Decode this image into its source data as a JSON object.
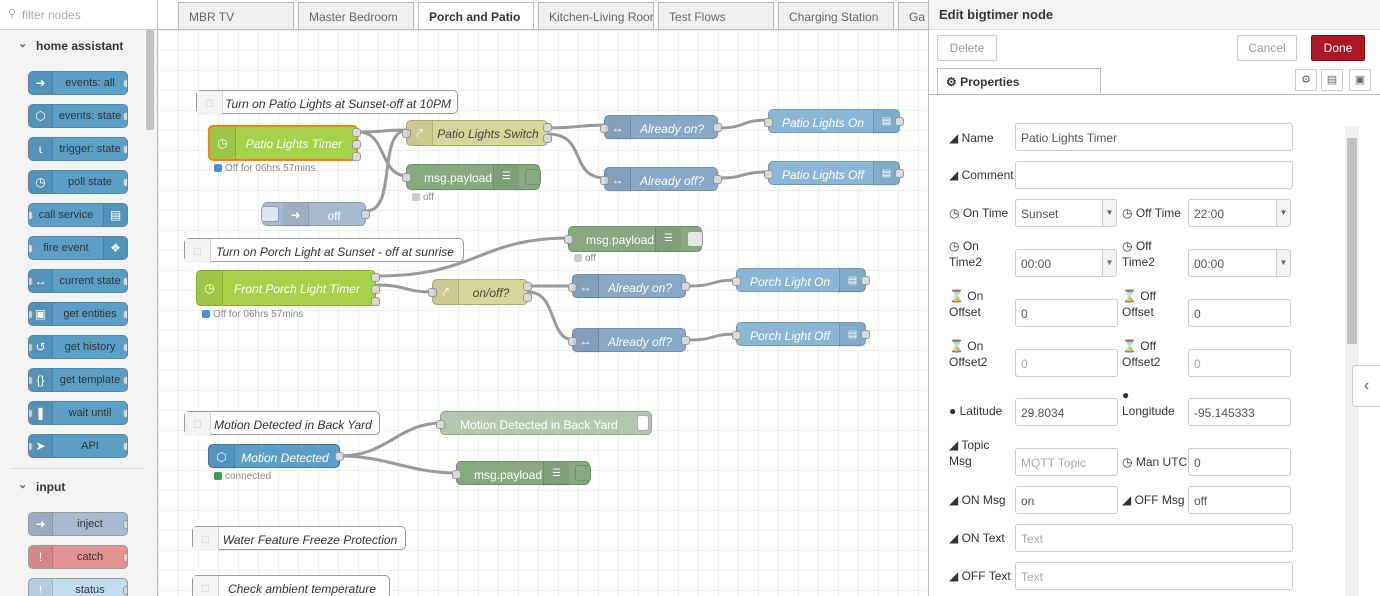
{
  "palette": {
    "search_placeholder": "filter nodes",
    "categories": [
      {
        "label": "home assistant"
      },
      {
        "label": "input"
      }
    ],
    "ha_nodes": [
      {
        "label": "events: all"
      },
      {
        "label": "events: state"
      },
      {
        "label": "trigger: state"
      },
      {
        "label": "poll state"
      },
      {
        "label": "call service"
      },
      {
        "label": "fire event"
      },
      {
        "label": "current state"
      },
      {
        "label": "get entities"
      },
      {
        "label": "get history"
      },
      {
        "label": "get template"
      },
      {
        "label": "wait until"
      },
      {
        "label": "API"
      }
    ],
    "input_nodes": [
      {
        "label": "inject"
      },
      {
        "label": "catch"
      },
      {
        "label": "status"
      }
    ]
  },
  "tabs": [
    "MBR TV",
    "Master Bedroom",
    "Porch and Patio",
    "Kitchen-Living Room",
    "Test Flows",
    "Charging Station",
    "Ga"
  ],
  "active_tab": "Porch and Patio",
  "flow": {
    "comment1": "Turn on Patio Lights at Sunset-off at 10PM",
    "patio_timer": "Patio Lights Timer",
    "patio_timer_status": "Off for 06hrs 57mins",
    "patio_switch": "Patio Lights Switch",
    "already_on_1": "Already on?",
    "already_off_1": "Already off?",
    "patio_on": "Patio Lights On",
    "patio_off": "Patio Lights Off",
    "debug1": "msg.payload",
    "debug1_status": "off",
    "inject_off": "off",
    "comment2": "Turn on Porch Light at Sunset - off at sunrise",
    "debug2": "msg.payload",
    "debug2_status": "off",
    "porch_timer": "Front Porch Light Timer",
    "porch_timer_status": "Off for 06hrs 57mins",
    "onoff": "on/off?",
    "already_on_2": "Already on?",
    "already_off_2": "Already off?",
    "porch_on": "Porch Light On",
    "porch_off": "Porch Light Off",
    "comment3": "Motion Detected in Back Yard",
    "motion_node": "Motion Detected",
    "motion_status": "connected",
    "motion_debug_out": "Motion Detected in Back Yard",
    "debug3": "msg.payload",
    "comment4": "Water Feature Freeze Protection",
    "comment5": "Check ambient temperature"
  },
  "editor": {
    "title": "Edit bigtimer node",
    "delete_label": "Delete",
    "cancel_label": "Cancel",
    "done_label": "Done",
    "properties_tab": "Properties",
    "fields": {
      "name_label": "Name",
      "name_value": "Patio Lights Timer",
      "comment_label": "Comment",
      "comment_value": "",
      "on_time_label": "On Time",
      "on_time_value": "Sunset",
      "off_time_label": "Off Time",
      "off_time_value": "22:00",
      "on_time2_label_a": "On",
      "on_time2_label_b": "Time2",
      "on_time2_value": "00:00",
      "off_time2_label_a": "Off",
      "off_time2_label_b": "Time2",
      "off_time2_value": "00:00",
      "on_offset_label_a": "On",
      "on_offset_label_b": "Offset",
      "on_offset_value": "0",
      "off_offset_label_a": "Off",
      "off_offset_label_b": "Offset",
      "off_offset_value": "0",
      "on_offset2_label_a": "On",
      "on_offset2_label_b": "Offset2",
      "on_offset2_placeholder": "0",
      "off_offset2_label_a": "Off",
      "off_offset2_label_b": "Offset2",
      "off_offset2_placeholder": "0",
      "latitude_label": "Latitude",
      "latitude_value": "29.8034",
      "longitude_label": "Longitude",
      "longitude_value": "-95.145333",
      "topic_label_a": "Topic",
      "topic_label_b": "Msg",
      "topic_placeholder": "MQTT Topic",
      "man_utc_label": "Man UTC",
      "man_utc_value": "0",
      "on_msg_label": "ON Msg",
      "on_msg_value": "on",
      "off_msg_label": "OFF Msg",
      "off_msg_value": "off",
      "on_text_label": "ON Text",
      "on_text_placeholder": "Text",
      "off_text_label": "OFF Text",
      "off_text_placeholder": "Text"
    }
  },
  "colors": {
    "ha_node": "#5b9fc7",
    "timer_node": "#a6d34a",
    "switch_node": "#d6d69a",
    "debug_node": "#87a980",
    "done_button": "#ad1625"
  }
}
